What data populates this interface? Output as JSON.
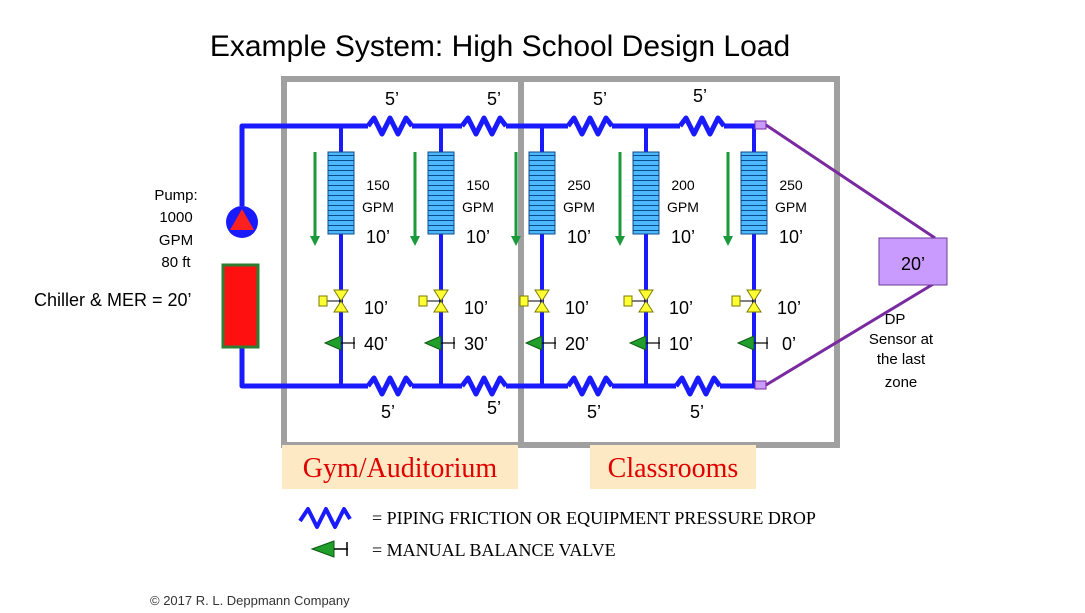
{
  "title": "Example System: High School Design Load",
  "pump": {
    "label_line1": "Pump:",
    "label_line2": "1000",
    "label_line3": "GPM",
    "label_line4": "80 ft"
  },
  "chiller": {
    "label": "Chiller & MER = 20’"
  },
  "supply_segments": [
    "5’",
    "5’",
    "5’",
    "5’"
  ],
  "return_segments": [
    "5’",
    "5’",
    "5’",
    "5’"
  ],
  "coils": [
    {
      "flow_value": "150",
      "flow_unit": "GPM",
      "coil_drop": "10’",
      "control_valve_drop": "10’",
      "balance_valve_drop": "40’"
    },
    {
      "flow_value": "150",
      "flow_unit": "GPM",
      "coil_drop": "10’",
      "control_valve_drop": "10’",
      "balance_valve_drop": "30’"
    },
    {
      "flow_value": "250",
      "flow_unit": "GPM",
      "coil_drop": "10’",
      "control_valve_drop": "10’",
      "balance_valve_drop": "20’"
    },
    {
      "flow_value": "200",
      "flow_unit": "GPM",
      "coil_drop": "10’",
      "control_valve_drop": "10’",
      "balance_valve_drop": "10’"
    },
    {
      "flow_value": "250",
      "flow_unit": "GPM",
      "coil_drop": "10’",
      "control_valve_drop": "10’",
      "balance_valve_drop": "0’"
    }
  ],
  "dp_sensor": {
    "setpoint": "20’",
    "label_line1": "DP",
    "label_line2": "Sensor at",
    "label_line3": "the last",
    "label_line4": "zone"
  },
  "zones": {
    "gym": "Gym/Auditorium",
    "classrooms": "Classrooms"
  },
  "legend": {
    "friction": "= PIPING FRICTION OR EQUIPMENT PRESSURE DROP",
    "balance_valve": "= MANUAL BALANCE VALVE"
  },
  "copyright": "© 2017 R. L. Deppmann Company",
  "colors": {
    "pipe": "#1a1aff",
    "coil_fill": "#4db8ff",
    "flow_arrow": "#1a9a3a",
    "valve": "#ffff33",
    "balance_valve": "#1f9e2a",
    "pump_circle": "#1a1aff",
    "pump_triangle": "#ff2020",
    "chiller_fill": "#ff1010",
    "chiller_border": "#2e7d32",
    "sensor_fill": "#c99bff",
    "sensor_line": "#7a2aa0",
    "zone_box": "#a0a0a0",
    "zone_label_bg": "#fde9c4",
    "zone_label_text": "#e00000"
  }
}
